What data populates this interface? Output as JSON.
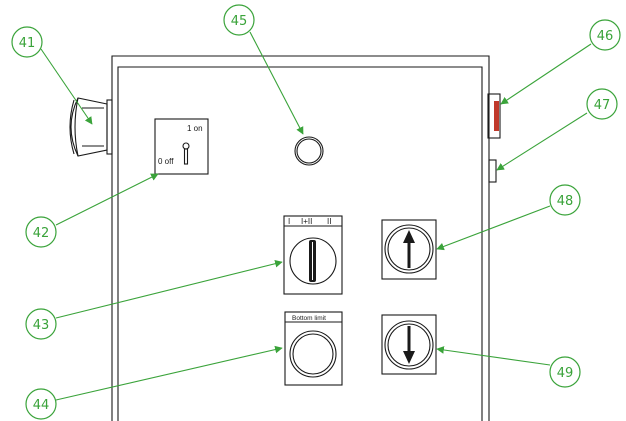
{
  "colors": {
    "callout_green": "#3aa33a",
    "line": "#1a1a1a",
    "indicator_yellow": "#e8d800",
    "indicator_red": "#c0392b"
  },
  "main_switch": {
    "on_label": "1 on",
    "off_label": "0 off"
  },
  "selector_switch": {
    "position_labels": [
      "I",
      "I+II",
      "II"
    ]
  },
  "bottom_limit_button": {
    "label": "Bottom limit"
  },
  "callouts": [
    {
      "number": "41",
      "target": "side-lamp"
    },
    {
      "number": "42",
      "target": "main-switch"
    },
    {
      "number": "43",
      "target": "selector-switch"
    },
    {
      "number": "44",
      "target": "bottom-limit-button"
    },
    {
      "number": "45",
      "target": "round-indicator"
    },
    {
      "number": "46",
      "target": "beacon"
    },
    {
      "number": "47",
      "target": "side-connector"
    },
    {
      "number": "48",
      "target": "up-key-switch"
    },
    {
      "number": "49",
      "target": "down-key-switch"
    }
  ]
}
